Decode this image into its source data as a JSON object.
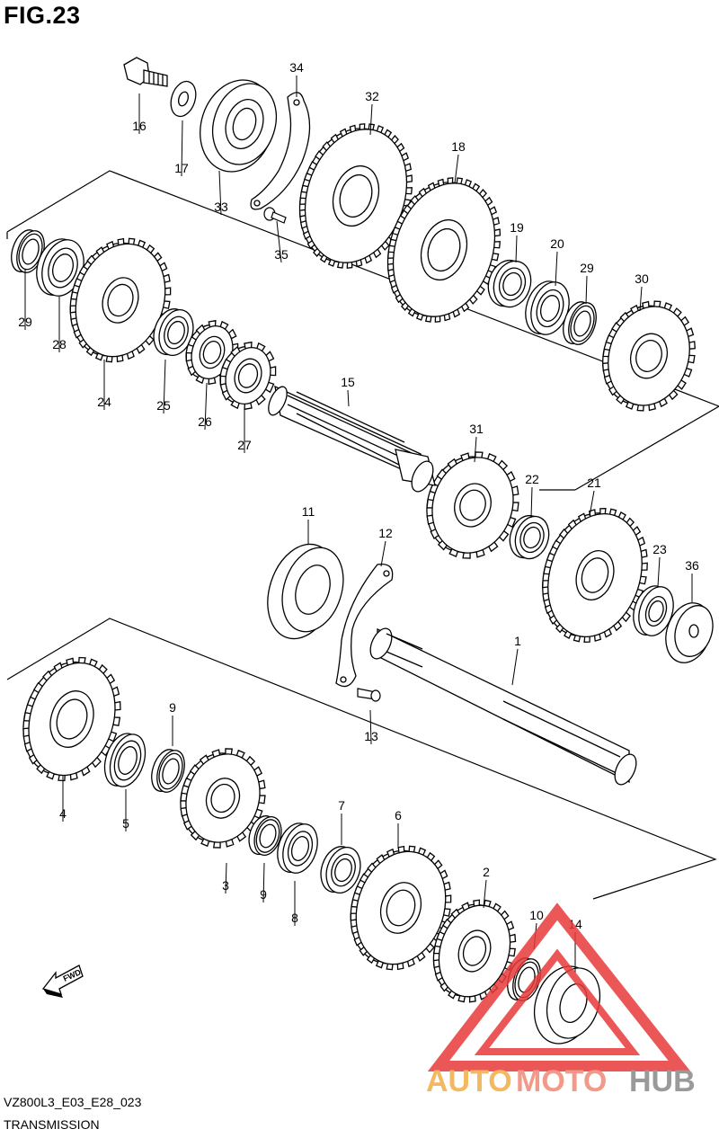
{
  "figure_title": "FIG.23",
  "diagram_code": "VZ800L3_E03_E28_023",
  "section_name": "TRANSMISSION",
  "direction_label": "FWD",
  "watermark": {
    "brand_auto": "AUTO",
    "brand_moto": "MOTO",
    "brand_hub": "HUB",
    "colors": {
      "auto": "#f4b860",
      "moto": "#f29a8a",
      "hub": "#9a9a9a",
      "logo": "#e83a3a"
    }
  },
  "callouts": [
    "1",
    "2",
    "3",
    "4",
    "5",
    "6",
    "7",
    "8",
    "9",
    "9",
    "10",
    "11",
    "12",
    "13",
    "14",
    "15",
    "16",
    "17",
    "18",
    "19",
    "20",
    "21",
    "22",
    "23",
    "24",
    "25",
    "26",
    "27",
    "28",
    "29",
    "29",
    "30",
    "31",
    "32",
    "33",
    "34",
    "35",
    "36"
  ]
}
